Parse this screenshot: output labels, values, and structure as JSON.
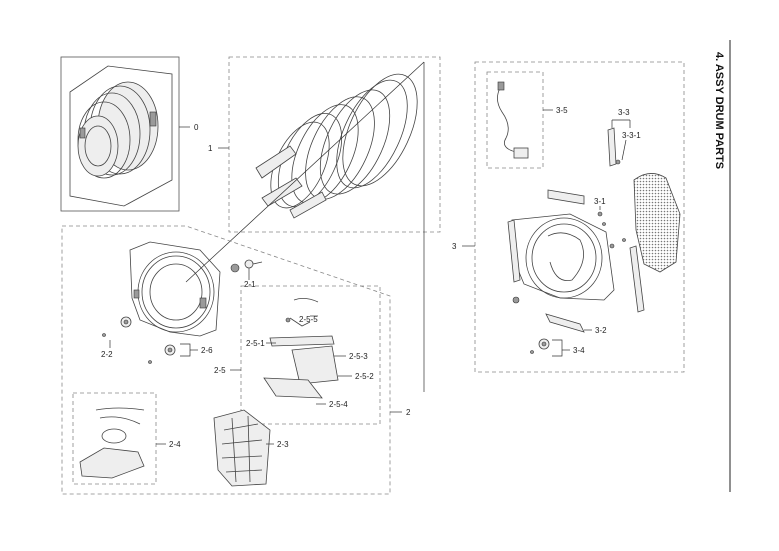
{
  "title": "4. ASSY DRUM PARTS",
  "labels": {
    "l0": "0",
    "l1": "1",
    "l2": "2",
    "l2_1": "2-1",
    "l2_2": "2-2",
    "l2_3": "2-3",
    "l2_4": "2-4",
    "l2_5": "2-5",
    "l2_5_1": "2-5-1",
    "l2_5_2": "2-5-2",
    "l2_5_3": "2-5-3",
    "l2_5_4": "2-5-4",
    "l2_5_5": "2-5-5",
    "l2_6": "2-6",
    "l3": "3",
    "l3_1": "3-1",
    "l3_2": "3-2",
    "l3_3": "3-3",
    "l3_3_1": "3-3-1",
    "l3_4": "3-4",
    "l3_5": "3-5"
  }
}
